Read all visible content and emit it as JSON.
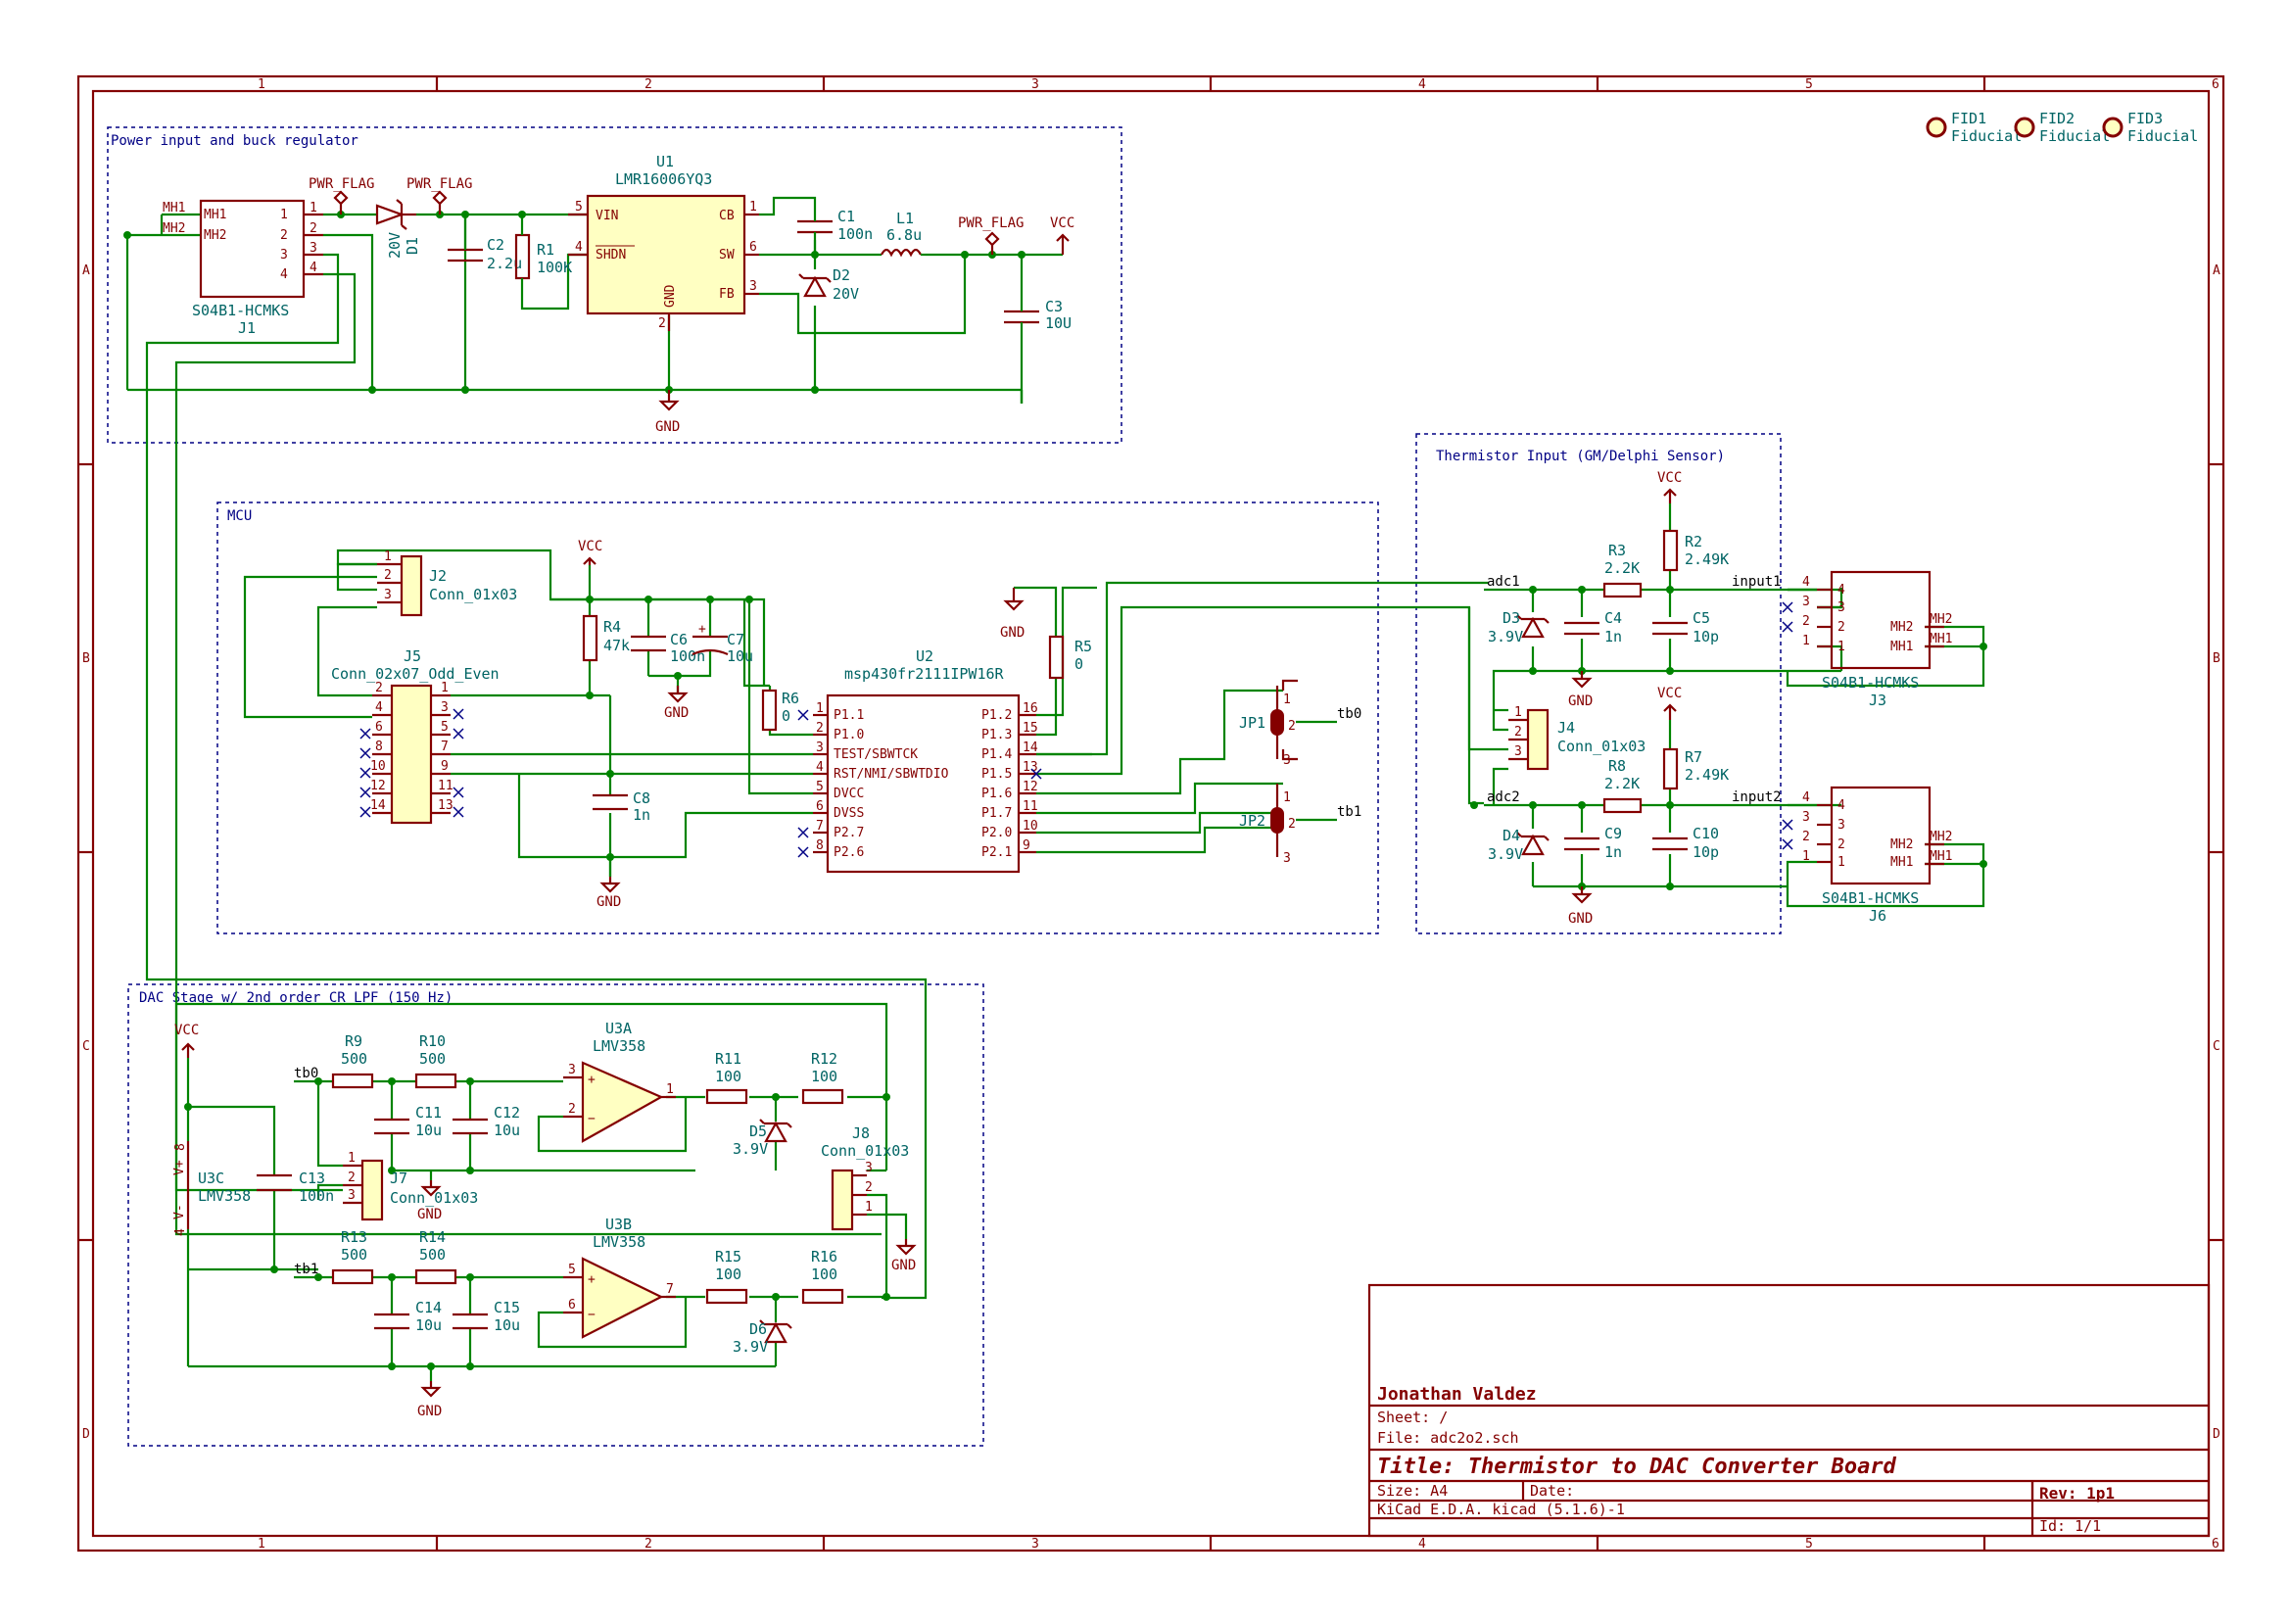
{
  "frame": {
    "columns": [
      "1",
      "2",
      "3",
      "4",
      "5",
      "6"
    ],
    "rows": [
      "A",
      "B",
      "C",
      "D"
    ]
  },
  "sections": {
    "power": "Power input and buck regulator",
    "mcu": "MCU",
    "thermistor": "Thermistor Input (GM/Delphi Sensor)",
    "dac": "DAC Stage w/ 2nd order CR LPF (150 Hz)"
  },
  "fiducials": [
    {
      "ref": "FID1",
      "value": "Fiducial"
    },
    {
      "ref": "FID2",
      "value": "Fiducial"
    },
    {
      "ref": "FID3",
      "value": "Fiducial"
    }
  ],
  "power": {
    "j1_ref": "J1",
    "j1_val": "S04B1-HCMKS",
    "j1_pins": [
      "MH1",
      "MH2",
      "1",
      "2",
      "3",
      "4"
    ],
    "pwr_flag": "PWR_FLAG",
    "d1_ref": "D1",
    "d1_val": "20V",
    "c2_ref": "C2",
    "c2_val": "2.2u",
    "r1_ref": "R1",
    "r1_val": "100K",
    "u1_ref": "U1",
    "u1_val": "LMR16006YQ3",
    "u1_pins": [
      "VIN",
      "SHDN",
      "CB",
      "SW",
      "FB",
      "GND"
    ],
    "u1_pnums": [
      "5",
      "4",
      "1",
      "6",
      "3",
      "2"
    ],
    "c1_ref": "C1",
    "c1_val": "100n",
    "d2_ref": "D2",
    "d2_val": "20V",
    "l1_ref": "L1",
    "l1_val": "6.8u",
    "c3_ref": "C3",
    "c3_val": "10U",
    "vcc": "VCC",
    "gnd": "GND"
  },
  "mcu": {
    "j2_ref": "J2",
    "j2_val": "Conn_01x03",
    "j5_ref": "J5",
    "j5_val": "Conn_02x07_Odd_Even",
    "j5_left": [
      "2",
      "4",
      "6",
      "8",
      "10",
      "12",
      "14"
    ],
    "j5_right": [
      "1",
      "3",
      "5",
      "7",
      "9",
      "11",
      "13"
    ],
    "r4_ref": "R4",
    "r4_val": "47k",
    "c6_ref": "C6",
    "c6_val": "100n",
    "c7_ref": "C7",
    "c7_val": "10u",
    "r6_ref": "R6",
    "r6_val": "0",
    "r5_ref": "R5",
    "r5_val": "0",
    "c8_ref": "C8",
    "c8_val": "1n",
    "u2_ref": "U2",
    "u2_val": "msp430fr2111IPW16R",
    "u2_left": [
      "P1.1",
      "P1.0",
      "TEST/SBWTCK",
      "RST/NMI/SBWTDIO",
      "DVCC",
      "DVSS",
      "P2.7",
      "P2.6"
    ],
    "u2_left_nums": [
      "1",
      "2",
      "3",
      "4",
      "5",
      "6",
      "7",
      "8"
    ],
    "u2_right": [
      "P1.2",
      "P1.3",
      "P1.4",
      "P1.5",
      "P1.6",
      "P1.7",
      "P2.0",
      "P2.1"
    ],
    "u2_right_nums": [
      "16",
      "15",
      "14",
      "13",
      "12",
      "11",
      "10",
      "9"
    ],
    "jp1_ref": "JP1",
    "jp2_ref": "JP2",
    "tb0": "tb0",
    "tb1": "tb1"
  },
  "thermistor": {
    "adc1": "adc1",
    "adc2": "adc2",
    "input1": "input1",
    "input2": "input2",
    "r3_ref": "R3",
    "r3_val": "2.2K",
    "r2_ref": "R2",
    "r2_val": "2.49K",
    "d3_ref": "D3",
    "d3_val": "3.9V",
    "c4_ref": "C4",
    "c4_val": "1n",
    "c5_ref": "C5",
    "c5_val": "10p",
    "j3_ref": "J3",
    "j3_val": "S04B1-HCMKS",
    "j4_ref": "J4",
    "j4_val": "Conn_01x03",
    "r8_ref": "R8",
    "r8_val": "2.2K",
    "r7_ref": "R7",
    "r7_val": "2.49K",
    "d4_ref": "D4",
    "d4_val": "3.9V",
    "c9_ref": "C9",
    "c9_val": "1n",
    "c10_ref": "C10",
    "c10_val": "10p",
    "j6_ref": "J6",
    "j6_val": "S04B1-HCMKS",
    "mh1": "MH1",
    "mh2": "MH2"
  },
  "dac": {
    "u3c_ref": "U3C",
    "u3c_val": "LMV358",
    "c13_ref": "C13",
    "c13_val": "100n",
    "v_plus": "V+",
    "v_minus": "V-",
    "pin8": "8",
    "pin4": "4",
    "r9_ref": "R9",
    "r9_val": "500",
    "r10_ref": "R10",
    "r10_val": "500",
    "c11_ref": "C11",
    "c11_val": "10u",
    "c12_ref": "C12",
    "c12_val": "10u",
    "u3a_ref": "U3A",
    "u3a_val": "LMV358",
    "r11_ref": "R11",
    "r11_val": "100",
    "r12_ref": "R12",
    "r12_val": "100",
    "d5_ref": "D5",
    "d5_val": "3.9V",
    "j7_ref": "J7",
    "j7_val": "Conn_01x03",
    "j8_ref": "J8",
    "j8_val": "Conn_01x03",
    "r13_ref": "R13",
    "r13_val": "500",
    "r14_ref": "R14",
    "r14_val": "500",
    "c14_ref": "C14",
    "c14_val": "10u",
    "c15_ref": "C15",
    "c15_val": "10u",
    "u3b_ref": "U3B",
    "u3b_val": "LMV358",
    "r15_ref": "R15",
    "r15_val": "100",
    "r16_ref": "R16",
    "r16_val": "100",
    "d6_ref": "D6",
    "d6_val": "3.9V"
  },
  "title_block": {
    "company": "Jonathan Valdez",
    "sheet": "Sheet: /",
    "file": "File: adc2o2.sch",
    "title": "Title: Thermistor to DAC Converter Board",
    "size": "Size: A4",
    "date": "Date:",
    "rev": "Rev: 1p1",
    "tool": "KiCad E.D.A.  kicad (5.1.6)-1",
    "id": "Id: 1/1"
  }
}
